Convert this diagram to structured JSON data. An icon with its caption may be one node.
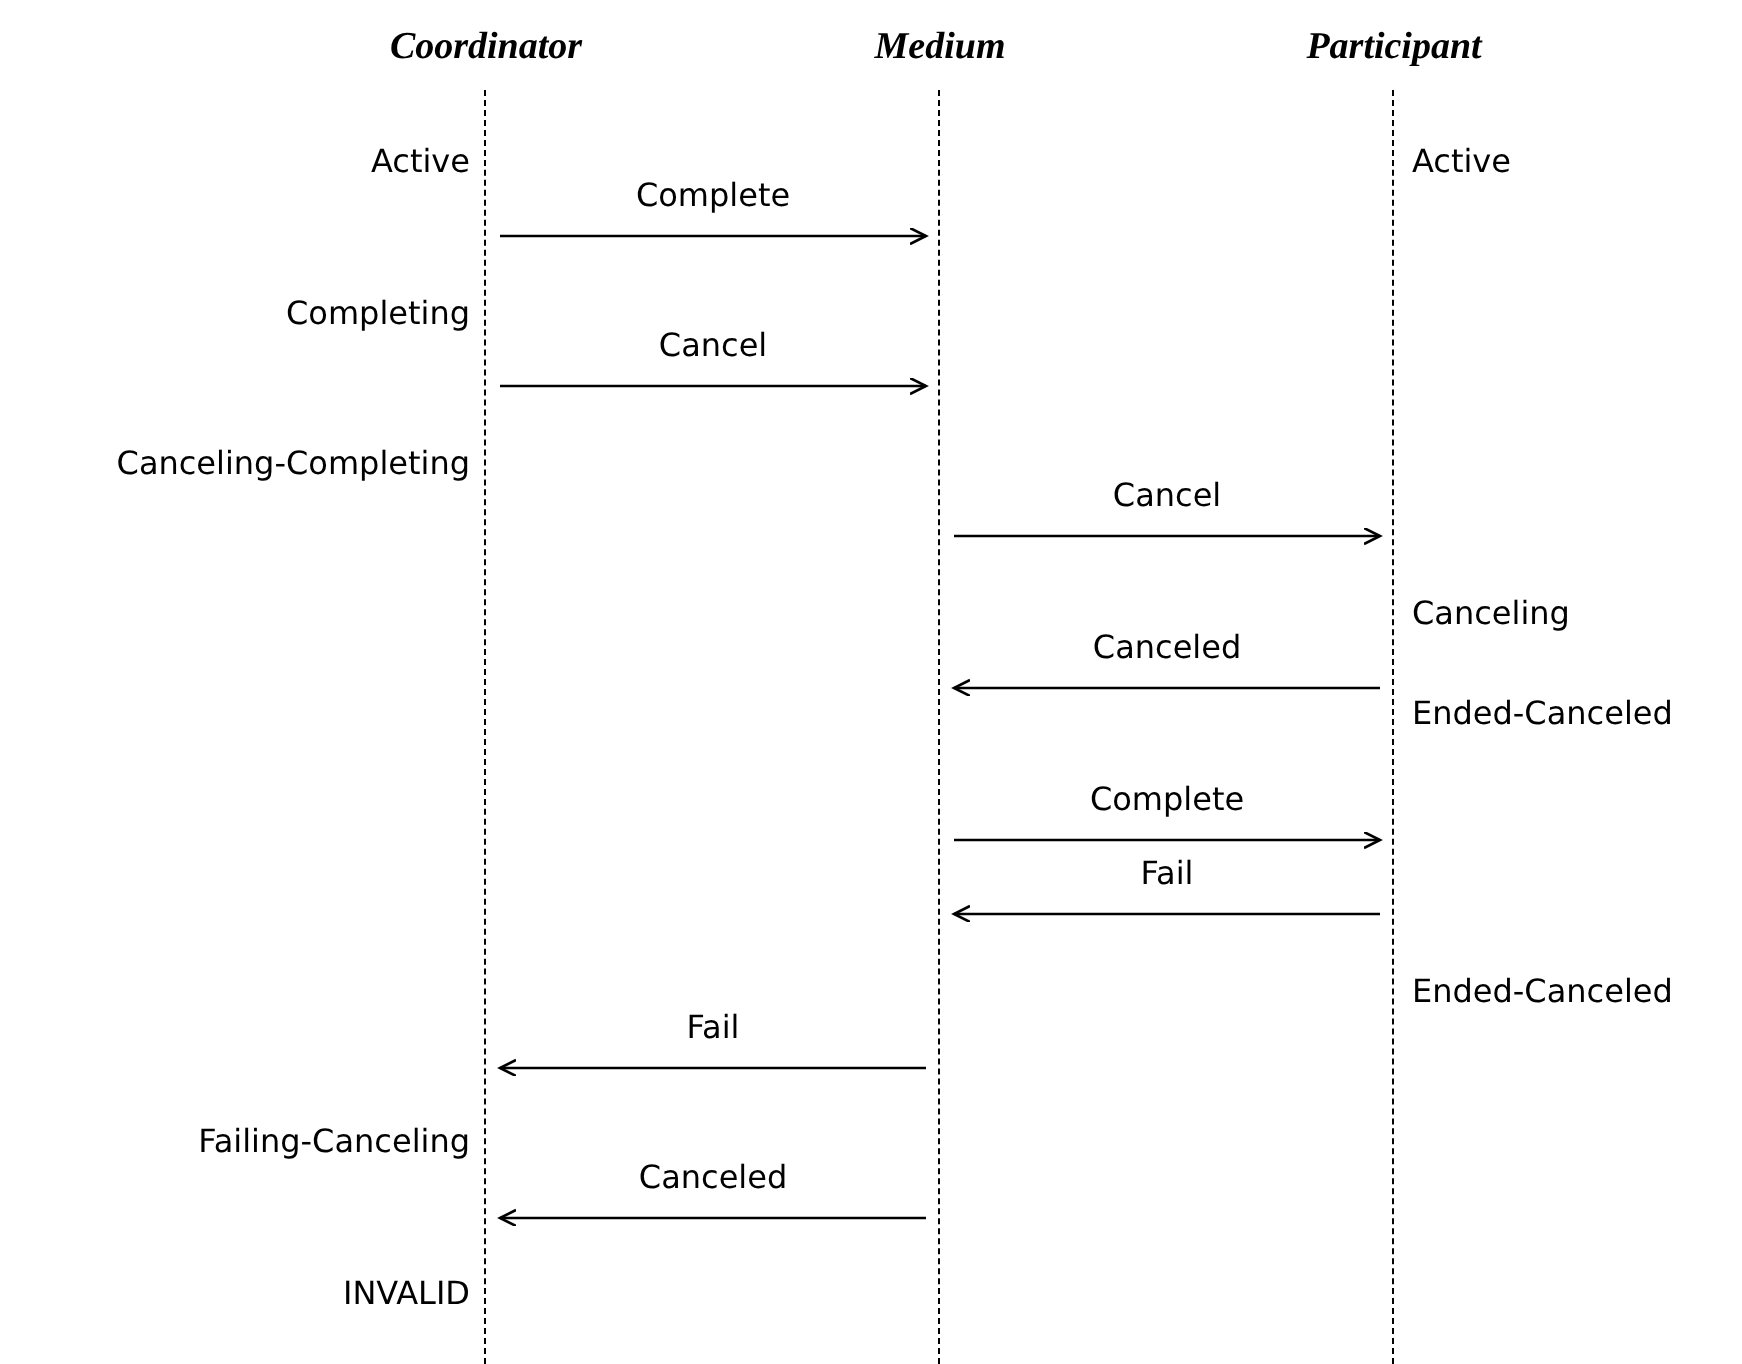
{
  "diagram": {
    "nodes": [
      {
        "text": [
          "Coordinator"
        ]
      },
      {
        "text": [
          "Medium"
        ]
      },
      {
        "text": [
          "Participant"
        ]
      }
    ],
    "edges": [
      {
        "from": 0,
        "to": 1,
        "arrow": "to",
        "label": "Complete"
      },
      {
        "from": 0,
        "to": 1,
        "arrow": "to",
        "label": "Cancel"
      },
      {
        "from": 1,
        "to": 2,
        "arrow": "to",
        "label": "Cancel"
      },
      {
        "from": 2,
        "to": 1,
        "arrow": "to",
        "label": "Canceled"
      },
      {
        "from": 1,
        "to": 2,
        "arrow": "to",
        "label": "Complete"
      },
      {
        "from": 2,
        "to": 1,
        "arrow": "to",
        "label": "Fail"
      },
      {
        "from": 1,
        "to": 0,
        "arrow": "to",
        "label": "Fail"
      },
      {
        "from": 1,
        "to": 0,
        "arrow": "to",
        "label": "Canceled"
      }
    ],
    "labels": [
      "Active",
      "Active",
      "Completing",
      "Canceling-Completing",
      "Canceling",
      "Ended-Canceled",
      "Ended-Canceled",
      "Failing-Canceling",
      "INVALID"
    ]
  }
}
